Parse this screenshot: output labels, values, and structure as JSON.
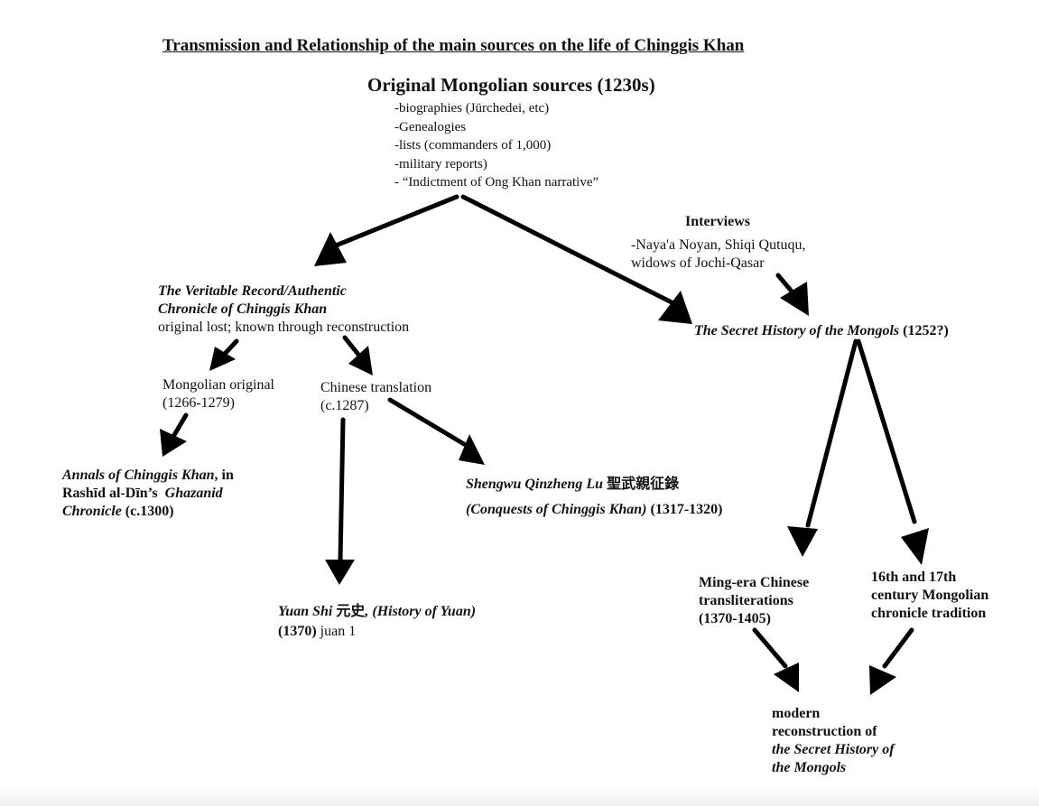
{
  "title": "Transmission and Relationship of the main sources on the life of Chinggis Khan",
  "original_sources": {
    "heading": "Original Mongolian sources (1230s)",
    "items": [
      "-biographies (Jürchedei, etc)",
      "-Genealogies",
      "-lists (commanders of 1,000)",
      "-military reports)",
      "- “Indictment of Ong Khan narrative”"
    ]
  },
  "interviews": {
    "heading": "Interviews",
    "line1": "-Naya'a Noyan, Shiqi Qutuqu,",
    "line2": "widows of Jochi-Qasar"
  },
  "veritable_record": {
    "line1": "The Veritable Record/Authentic",
    "line2": "Chronicle of Chinggis Khan",
    "note": "original lost; known through reconstruction"
  },
  "secret_history": {
    "title": "The Secret History of the Mongols",
    "date": "(1252?)"
  },
  "mongolian_original": {
    "line1": "Mongolian original",
    "line2": "(1266-1279)"
  },
  "chinese_translation": {
    "line1": "Chinese translation",
    "line2": "(c.1287)"
  },
  "annals": {
    "title_italic": "Annals of Chinggis Khan",
    "title_rest": ", in",
    "line2": "Rashīd al-Dīn’s",
    "line2_italic": "Ghazanid",
    "line3_italic": "Chronicle",
    "line3_rest": " (c.1300)"
  },
  "shengwu": {
    "title_italic": "Shengwu Qinzheng Lu",
    "chinese": "聖武親征錄",
    "subtitle_italic": "(Conquests of Chinggis Khan)",
    "date": "(1317-1320)"
  },
  "yuan_shi": {
    "title_italic": "Yuan Shi",
    "chinese": "元史",
    "subtitle_italic": ", (History of Yuan)",
    "date": "(1370)",
    "juan": "juan 1"
  },
  "ming_era": {
    "line1": "Ming-era Chinese",
    "line2": "transliterations",
    "line3": "(1370-1405)"
  },
  "mongolian_chronicle": {
    "line1": "16th and 17th",
    "line2": "century Mongolian",
    "line3": "chronicle tradition"
  },
  "modern": {
    "line1": "modern",
    "line2": "reconstruction of",
    "line3": "the Secret History of",
    "line4": "the Mongols"
  }
}
